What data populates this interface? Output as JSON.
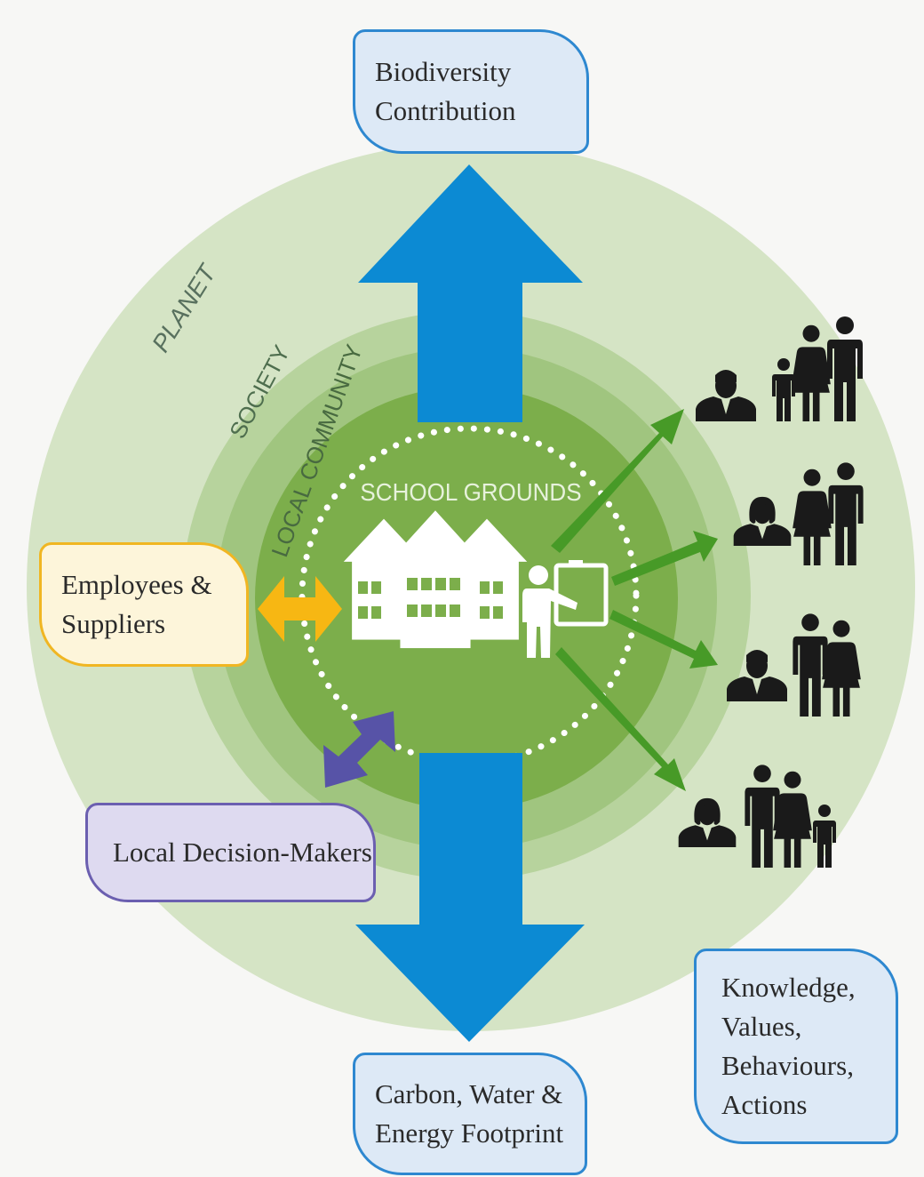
{
  "rings": {
    "planet": "PLANET",
    "society": "SOCIETY",
    "local_community": "LOCAL COMMUNITY",
    "school_grounds": "SCHOOL GROUNDS"
  },
  "boxes": {
    "biodiversity": [
      "Biodiversity",
      "Contribution"
    ],
    "employees": [
      "Employees &",
      "Suppliers"
    ],
    "decision_makers": [
      "Local Decision-Makers"
    ],
    "footprint": [
      "Carbon, Water &",
      "Energy Footprint"
    ],
    "knowledge": [
      "Knowledge,",
      "Values,",
      "Behaviours,",
      "Actions"
    ]
  },
  "icons": {
    "school": "school-building-icon",
    "teacher": "teacher-at-board-icon",
    "people": [
      "man-with-family-icon",
      "woman-with-couple-icon",
      "man-with-couple-icon",
      "woman-with-family-icon"
    ]
  },
  "colors": {
    "planet": "#d5e4c5",
    "society": "#b7d39d",
    "community": "#a0c57f",
    "school": "#7cae4b",
    "blue_arrow": "#0c8ad3",
    "green_arrow": "#479a27",
    "yellow_arrow": "#f7b713",
    "purple_arrow": "#5753a7",
    "people": "#1a1a1a"
  }
}
